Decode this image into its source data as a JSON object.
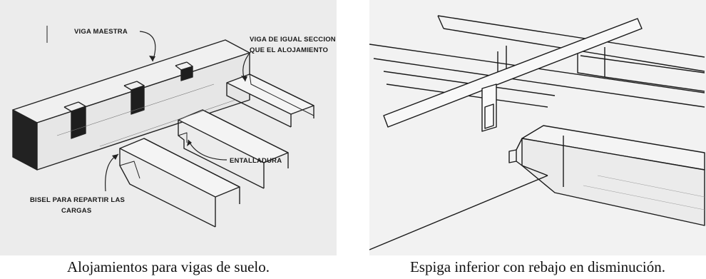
{
  "left_figure": {
    "labels": {
      "viga_maestra": "VIGA MAESTRA",
      "viga_igual_1": "VIGA DE IGUAL SECCION",
      "viga_igual_2": "QUE EL ALOJAMIENTO",
      "entalladura": "ENTALLADURA",
      "bisel_1": "BISEL PARA REPARTIR LAS",
      "bisel_2": "CARGAS"
    },
    "caption": "Alojamientos para vigas de suelo."
  },
  "right_figure": {
    "caption": "Espiga inferior con rebajo en disminución."
  }
}
